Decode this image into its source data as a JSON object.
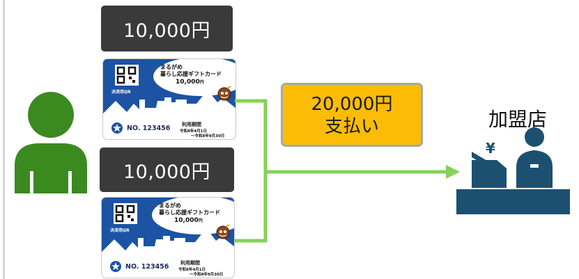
{
  "tags": {
    "top": "10,000円",
    "bottom": "10,000円"
  },
  "card": {
    "title_line1": "まるがめ",
    "title_line2": "暮らし応援ギフトカード",
    "amount": "10,000",
    "amount_unit": "円",
    "qr_label": "決済用QR",
    "number": "NO. 123456",
    "period_label": "利用期間",
    "period_start": "令和8年4月1日",
    "period_end": "～令和8年9月30日"
  },
  "payment": {
    "amount": "20,000円",
    "label": "支払い"
  },
  "store": {
    "label": "加盟店"
  },
  "colors": {
    "card_blue": "#1c53a3",
    "tag_dark": "#3a3a3a",
    "pay_yellow": "#fcbc06",
    "person_green": "#3b8a1f",
    "arrow_green": "#86d255",
    "store_navy": "#1c5070"
  },
  "icons": [
    "person-icon",
    "qr-code-icon",
    "cartoon-character-icon",
    "star-logo-icon",
    "cashier-icon",
    "yen-icon"
  ]
}
